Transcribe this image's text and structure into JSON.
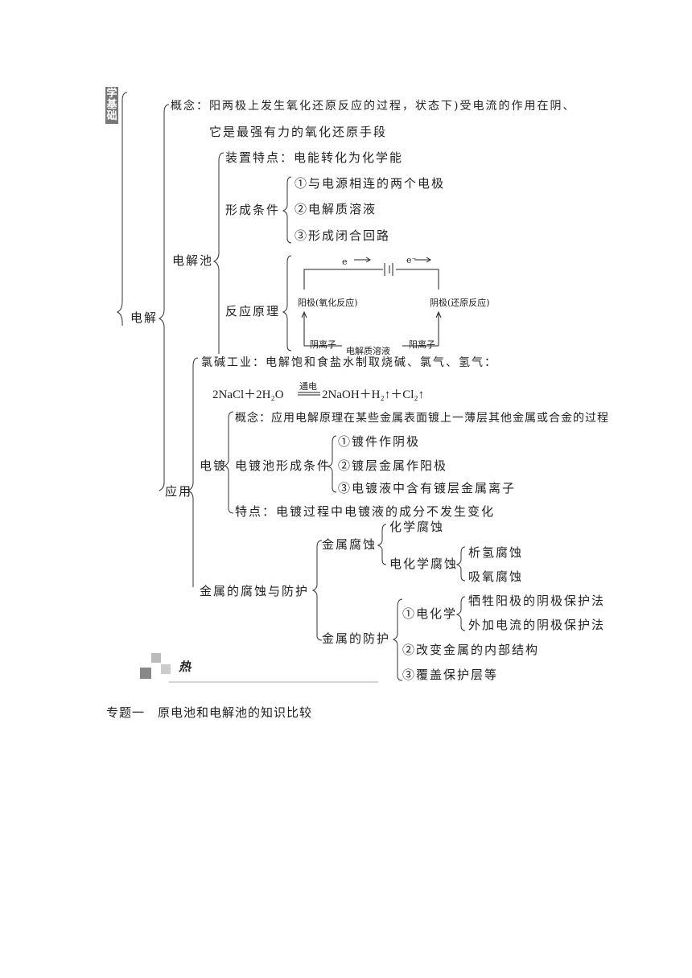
{
  "badge": {
    "chars": [
      "学",
      "基",
      "础"
    ]
  },
  "root": {
    "label": "电解"
  },
  "concept": {
    "line1": "概念：阳两极上发生氧化还原反应的过程，状态下)受电流的作用在阴、",
    "line2": "它是最强有力的氧化还原手段"
  },
  "cell": {
    "label": "电解池",
    "feature": "装置特点：电能转化为化学能",
    "conditions_label": "形成条件",
    "conditions": [
      "①与电源相连的两个电极",
      "②电解质溶液",
      "③形成闭合回路"
    ],
    "principle_label": "反应原理",
    "diagram": {
      "e_left": "e",
      "e_right": "e⁻",
      "anode": "阳极(氧化反应)",
      "cathode": "阴极(还原反应)",
      "anion": "阴离子",
      "cation": "阳离子",
      "electrolyte": "电解质溶液"
    }
  },
  "application": {
    "label": "应用",
    "chloralkali": "氯碱工业：电解饱和食盐水制取烧碱、氯气、氢气：",
    "equation": {
      "left": "2NaCl＋2H₂O",
      "condition": "通电",
      "right": "2NaOH＋H₂↑＋Cl₂↑"
    },
    "plating": {
      "label": "电镀",
      "concept": "概念：应用电解原理在某些金属表面镀上一薄层其他金属或合金的过程",
      "cell_label": "电镀池形成条件",
      "cell_items": [
        "①镀件作阴极",
        "②镀层金属作阳极",
        "③电镀液中含有镀层金属离子"
      ],
      "feature": "特点：电镀过程中电镀液的成分不发生变化"
    },
    "corrosion": {
      "label": "金属的腐蚀与防护",
      "corrosion_label": "金属腐蚀",
      "chemical": "化学腐蚀",
      "electrochemical": "电化学腐蚀",
      "electro_items": [
        "析氢腐蚀",
        "吸氧腐蚀"
      ],
      "protection_label": "金属的防护",
      "protection_items": [
        "①电化学",
        "②改变金属的内部结构",
        "③覆盖保护层等"
      ],
      "electrochem_methods": [
        "牺牲阳极的阴极保护法",
        "外加电流的阴极保护法"
      ]
    }
  },
  "partial_glyph": "热",
  "section": {
    "heading": "专题一　原电池和电解池的知识比较"
  }
}
